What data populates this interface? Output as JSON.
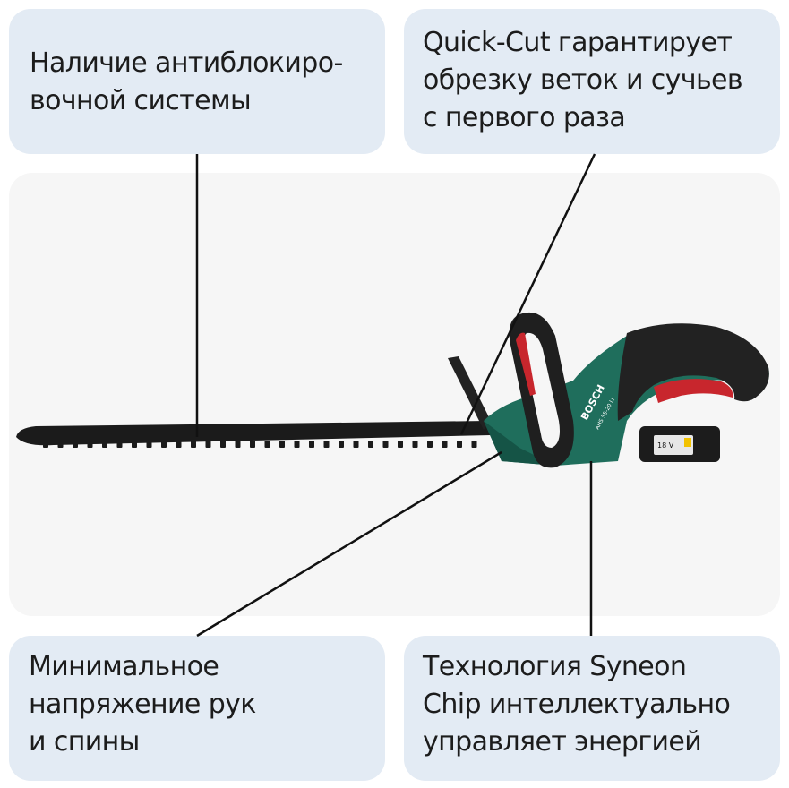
{
  "callouts": {
    "anti_lock": {
      "lines": [
        "Наличие антиблокиро-",
        "вочной системы"
      ]
    },
    "quick_cut": {
      "lines": [
        "Quick-Cut гарантирует",
        "обрезку веток и сучьев",
        "с первого раза"
      ]
    },
    "ergonomics": {
      "lines": [
        "Минимальное",
        "напряжение рук",
        "и спины"
      ]
    },
    "syneon": {
      "lines": [
        "Технология Syneon",
        "Chip интеллектуально",
        "управляет энергией"
      ]
    }
  },
  "product": {
    "brand": "BOSCH",
    "model": "AHS 55-20 LI",
    "battery_voltage": "18 V"
  },
  "colors": {
    "callout_bg": "#e3ebf4",
    "stage_bg": "#f6f6f6",
    "body_green": "#1f6e5c",
    "blade_dark": "#1b1b1b",
    "accent_red": "#c8262d"
  }
}
